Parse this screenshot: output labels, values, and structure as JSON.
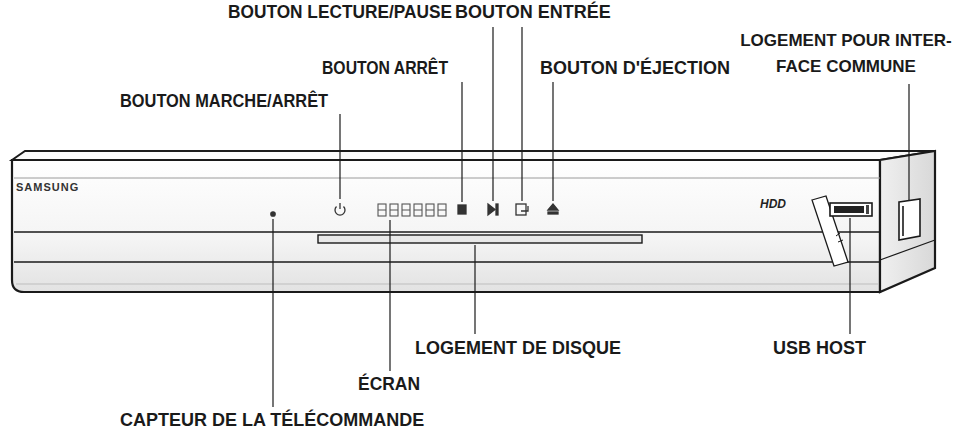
{
  "diagram": {
    "labels": [
      "BOUTON LECTURE/PAUSE",
      "BOUTON ENTRÉE",
      "LOGEMENT POUR INTER- FACE COMMUNE",
      "BOUTON ARRÊT",
      "BOUTON D'ÉJECTION",
      "BOUTON MARCHE/ARRÊT",
      "SAMSUNG",
      "HDD",
      "LOGEMENT DE DISQUE",
      "USB HOST",
      "ÉCRAN",
      "CAPTEUR DE LA TÉLÉCOMMANDE"
    ]
  }
}
